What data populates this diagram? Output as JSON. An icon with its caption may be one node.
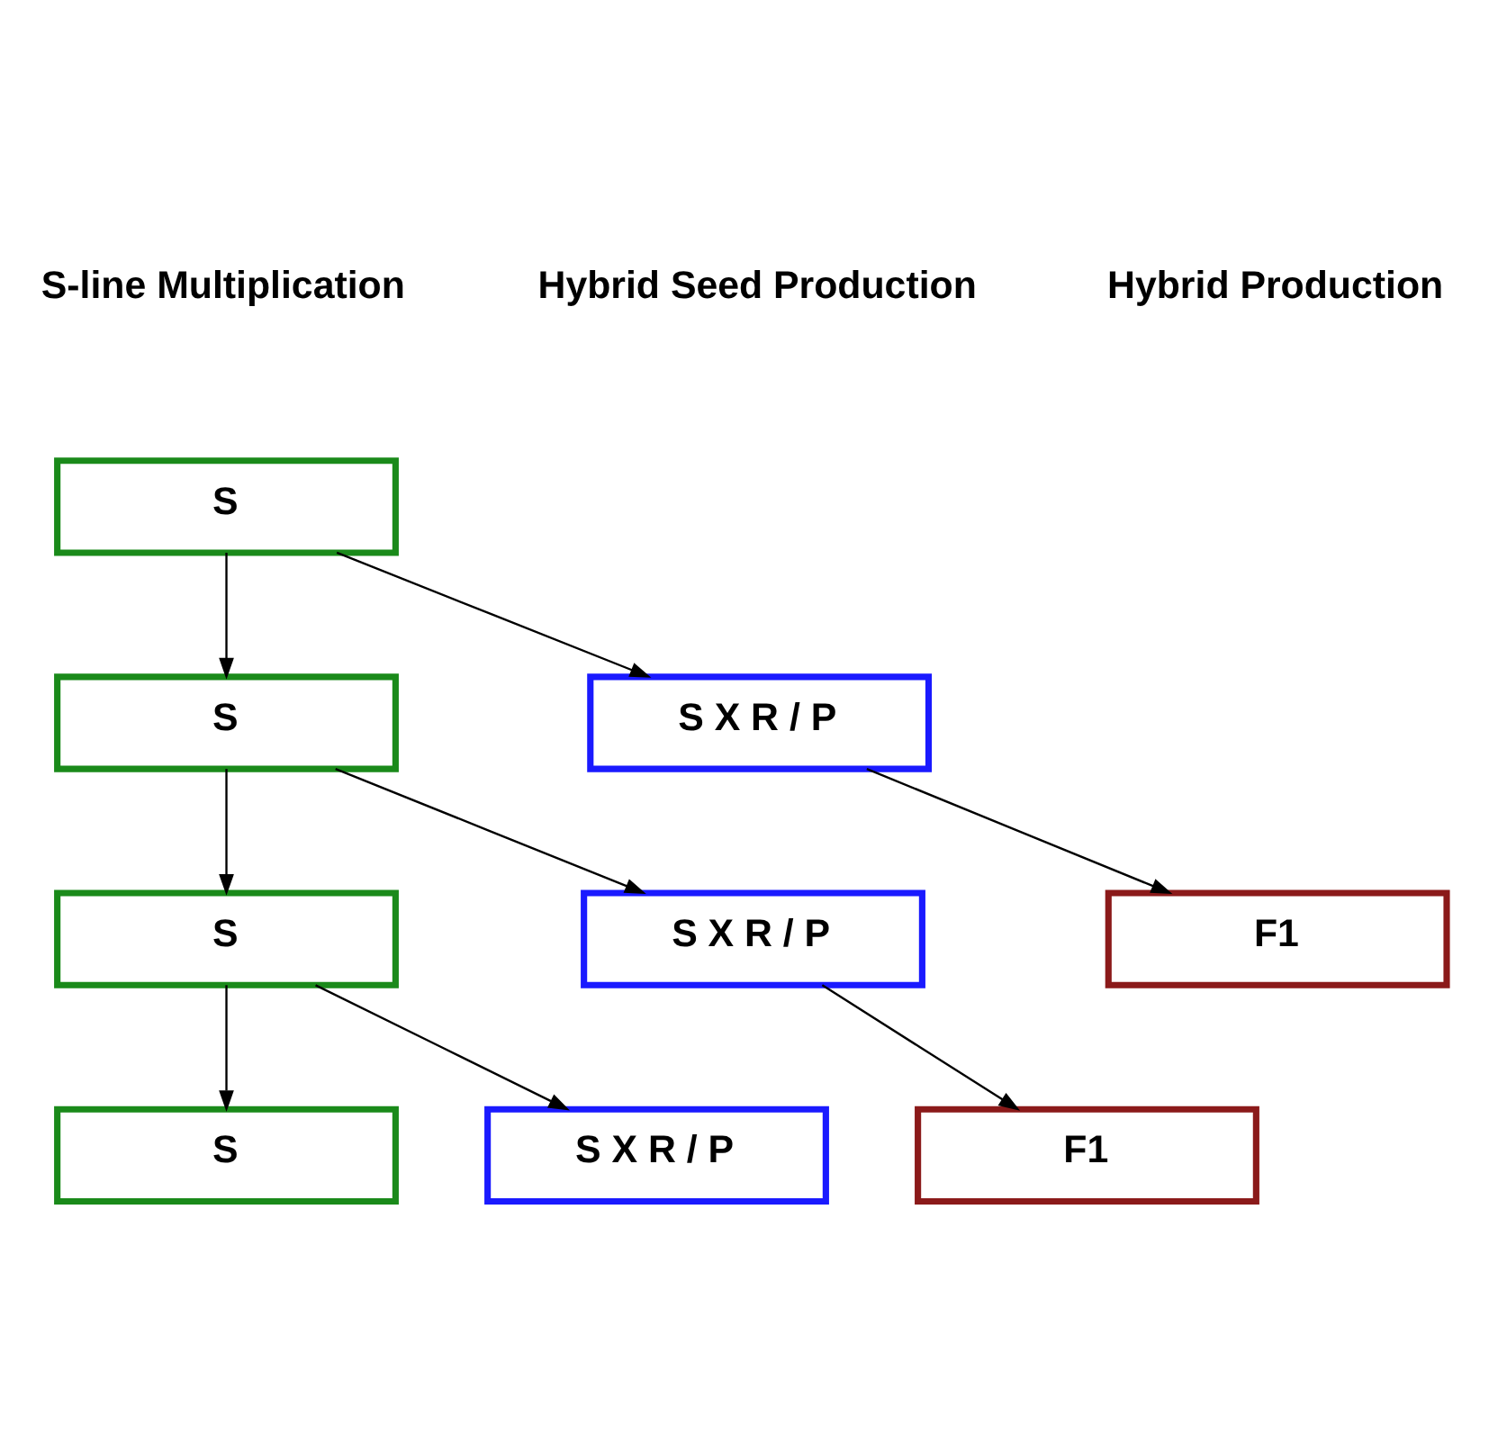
{
  "diagram": {
    "nodes": [
      {
        "text": [
          "S"
        ]
      },
      {
        "text": [
          "S"
        ]
      },
      {
        "text": [
          "S X R / P"
        ]
      },
      {
        "text": [
          "S"
        ]
      },
      {
        "text": [
          "S X R / P"
        ]
      },
      {
        "text": [
          "F1"
        ]
      },
      {
        "text": [
          "S"
        ]
      },
      {
        "text": [
          "S X R / P"
        ]
      },
      {
        "text": [
          "F1"
        ]
      }
    ],
    "edges": [
      {
        "from": 0,
        "to": 1,
        "arrow": "to"
      },
      {
        "from": 0,
        "to": 2,
        "arrow": "to"
      },
      {
        "from": 1,
        "to": 3,
        "arrow": "to"
      },
      {
        "from": 1,
        "to": 4,
        "arrow": "to"
      },
      {
        "from": 2,
        "to": 5,
        "arrow": "to"
      },
      {
        "from": 3,
        "to": 6,
        "arrow": "to"
      },
      {
        "from": 3,
        "to": 7,
        "arrow": "to"
      },
      {
        "from": 4,
        "to": 8,
        "arrow": "to"
      }
    ],
    "labels": [
      "S-line Multiplication",
      "Hybrid Seed Production",
      "Hybrid Production"
    ]
  }
}
